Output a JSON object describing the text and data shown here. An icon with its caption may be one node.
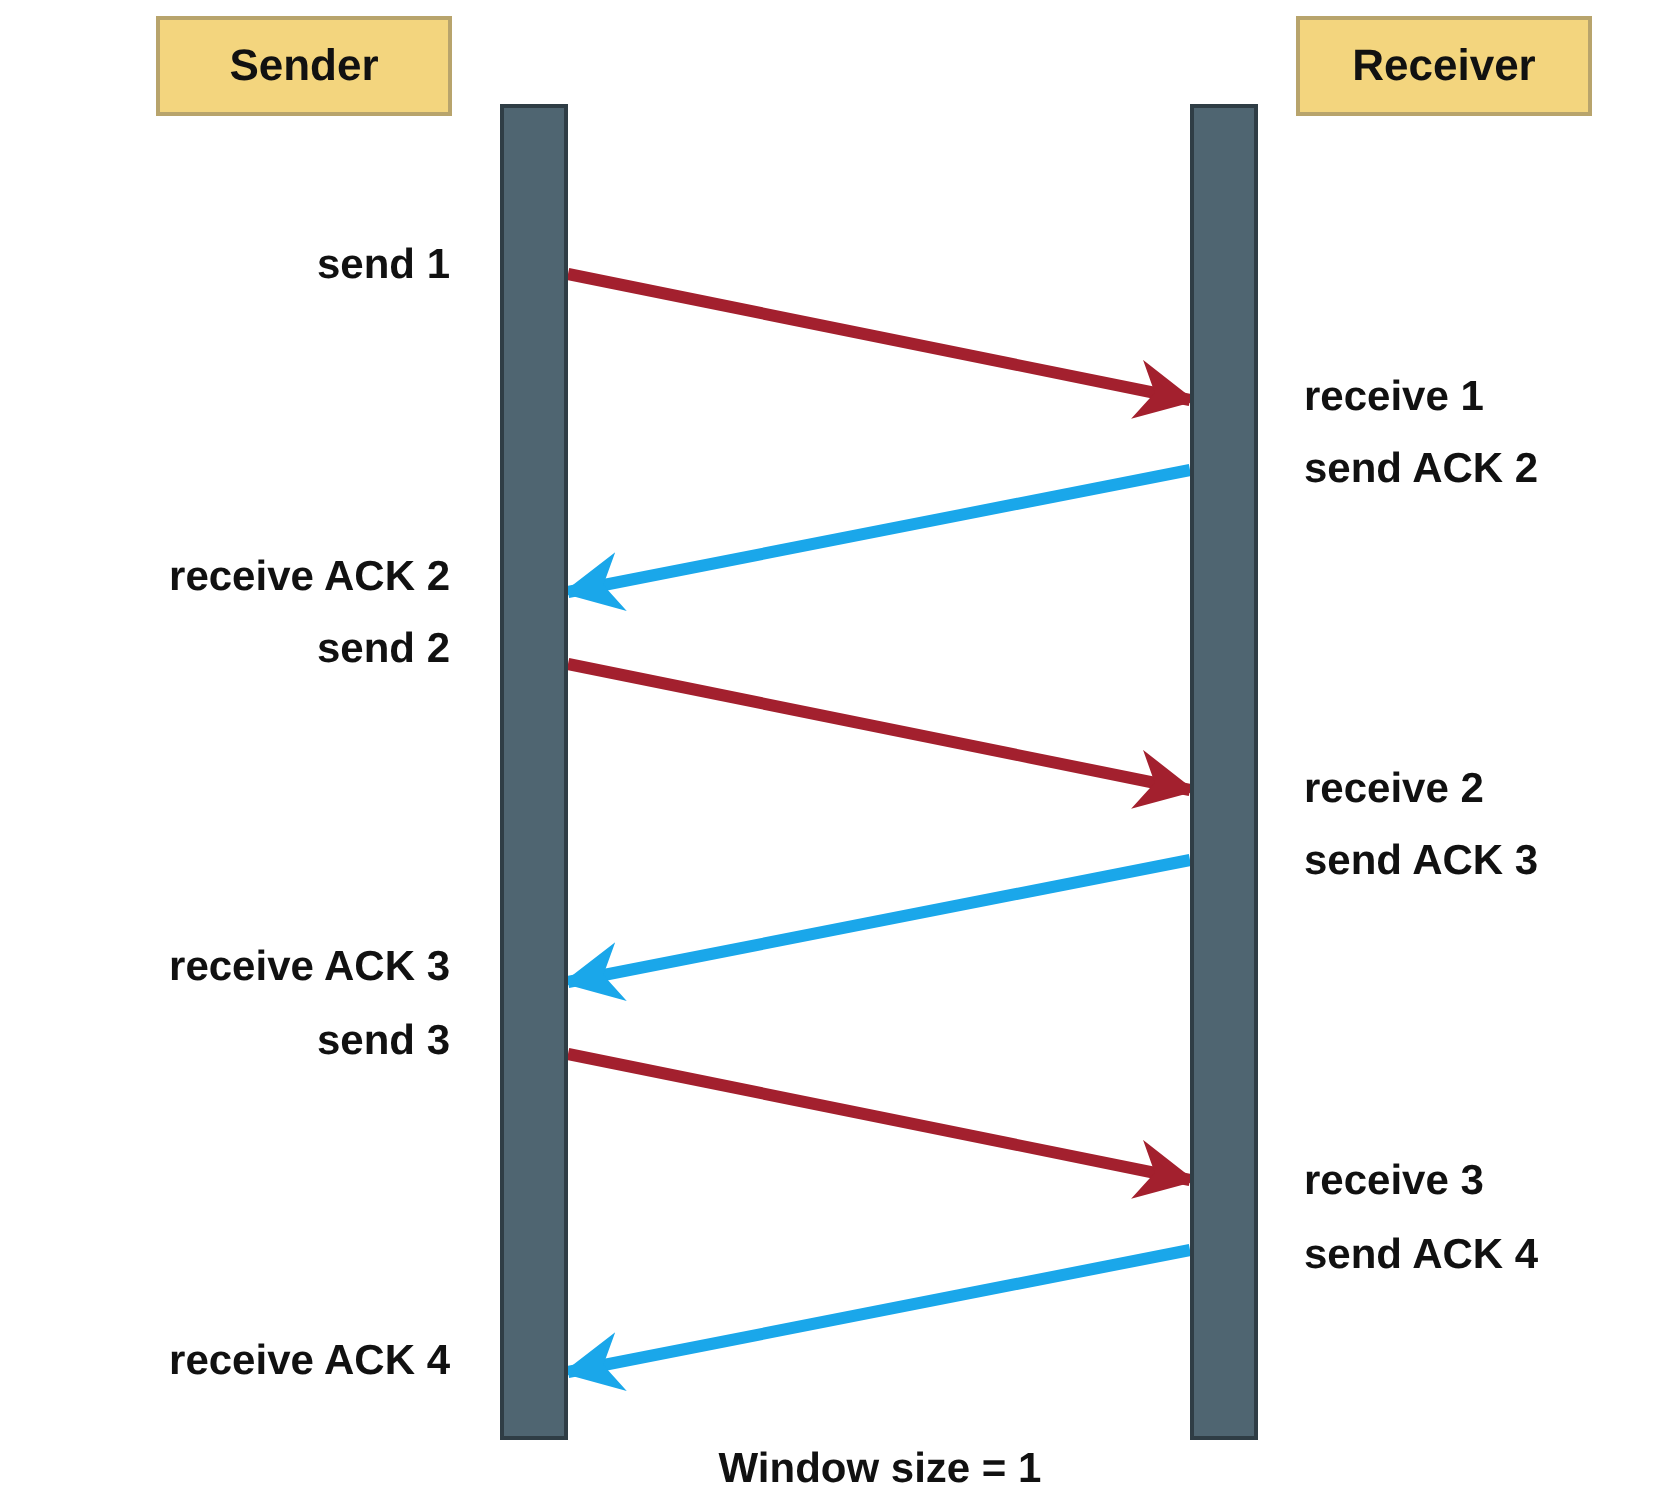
{
  "diagram": {
    "nodes": [
      {
        "text": [
          "Sender"
        ]
      },
      {
        "text": [
          "Receiver"
        ]
      },
      {
        "text": [],
        "shape": "bar"
      },
      {
        "text": [],
        "shape": "bar"
      }
    ],
    "edges": [
      {
        "from": 2,
        "to": 3,
        "arrow": "to",
        "color": "#a3202e"
      },
      {
        "from": 3,
        "to": 2,
        "arrow": "to",
        "color": "#1aa7ea"
      },
      {
        "from": 2,
        "to": 3,
        "arrow": "to",
        "color": "#a3202e"
      },
      {
        "from": 3,
        "to": 2,
        "arrow": "to",
        "color": "#1aa7ea"
      },
      {
        "from": 2,
        "to": 3,
        "arrow": "to",
        "color": "#a3202e"
      },
      {
        "from": 3,
        "to": 2,
        "arrow": "to",
        "color": "#1aa7ea"
      }
    ],
    "labels": [
      "send 1",
      "receive 1",
      "send ACK 2",
      "receive ACK 2",
      "send 2",
      "receive 2",
      "send ACK 3",
      "receive ACK 3",
      "send 3",
      "receive 3",
      "send ACK 4",
      "receive ACK 4",
      "Window size = 1"
    ]
  }
}
